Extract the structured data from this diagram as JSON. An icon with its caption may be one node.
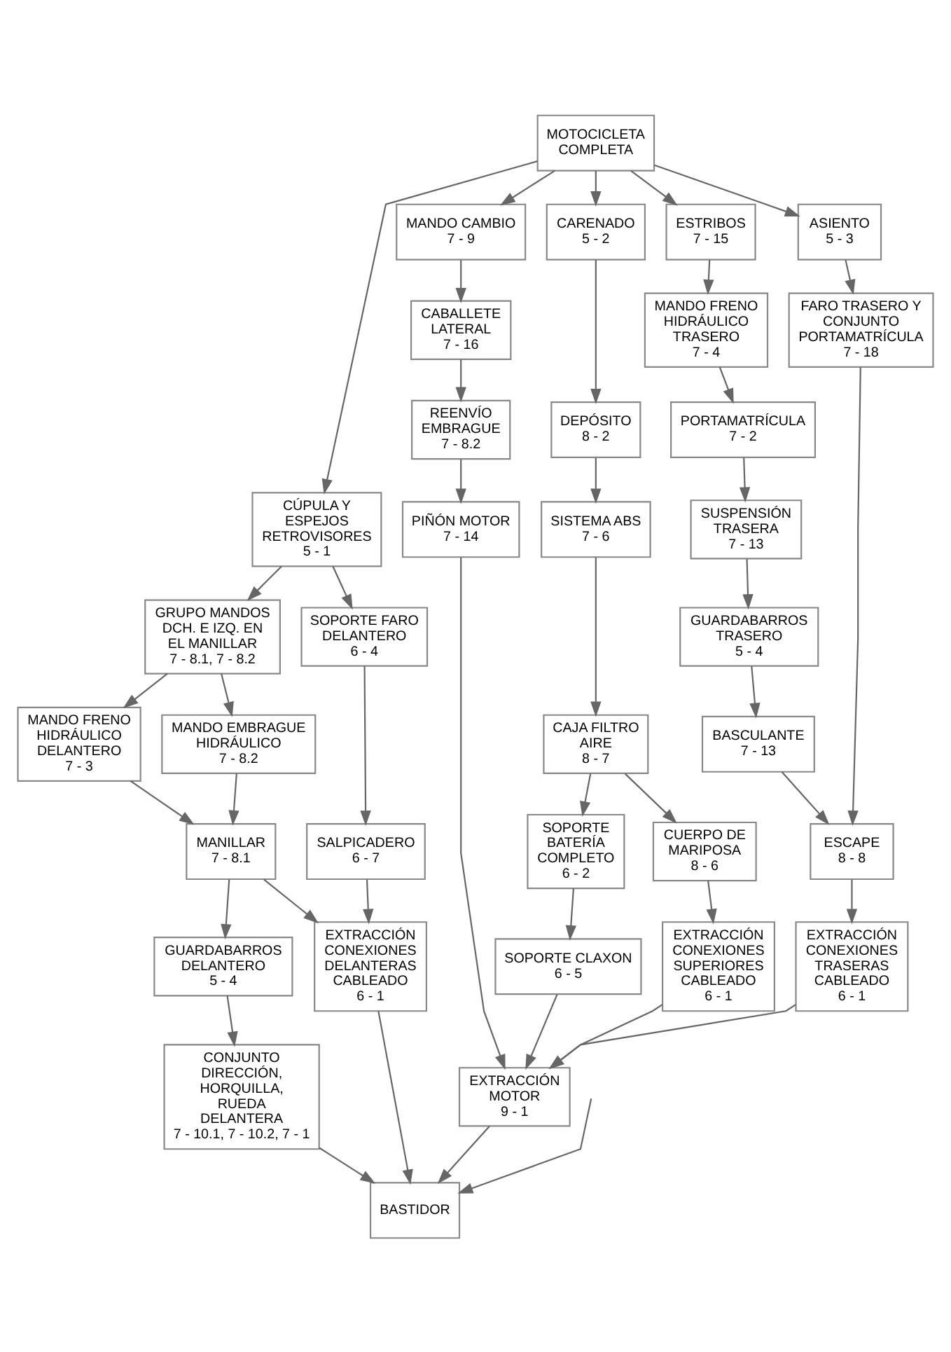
{
  "diagram": {
    "nodes": [
      {
        "text": [
          "MOTOCICLETA COMPLETA"
        ]
      },
      {
        "text": [
          "CÚPULA Y ESPEJOS RETROVISORES",
          "5 - 1"
        ]
      },
      {
        "text": [
          "MANDO CAMBIO",
          "7 - 9"
        ]
      },
      {
        "text": [
          "CARENADO",
          "5 - 2"
        ]
      },
      {
        "text": [
          "ESTRIBOS",
          "7 - 15"
        ]
      },
      {
        "text": [
          "ASIENTO",
          "5 - 3"
        ]
      },
      {
        "text": [
          "GRUPO MANDOS DCH. E IZQ. EN EL MANILLAR",
          "7 - 8.1, 7 - 8.2"
        ]
      },
      {
        "text": [
          "CABALLETE LATERAL",
          "7 - 16"
        ]
      },
      {
        "text": [
          "DEPÓSITO",
          "8 - 2"
        ]
      },
      {
        "text": [
          "MANDO FRENO HIDRÁULICO TRASERO",
          "7 - 4"
        ]
      },
      {
        "text": [
          "REENVÍO EMBRAGUE",
          "7 - 8.2"
        ]
      },
      {
        "text": [
          "SISTEMA ABS",
          "7 - 6"
        ]
      },
      {
        "text": [
          "PORTAMATRÍCULA",
          "7 - 2"
        ]
      },
      {
        "text": [
          "FARO TRASERO Y CONJUNTO PORTAMATRÍCULA",
          "7 - 18"
        ]
      },
      {
        "text": [
          "MANDO FRENO HIDRÁULICO DELANTERO",
          "7 - 3"
        ]
      },
      {
        "text": [
          "MANDO EMBRAGUE HIDRÁULICO",
          "7 - 8.2"
        ]
      },
      {
        "text": [
          "SOPORTE BATERÍA COMPLETO",
          "6 - 2"
        ]
      },
      {
        "text": [
          "CAJA FILTRO AIRE",
          "8 - 7"
        ]
      },
      {
        "text": [
          "SOPORTE FARO DELANTERO",
          "6 - 4"
        ]
      },
      {
        "text": [
          "SUSPENSIÓN TRASERA",
          "7 - 13"
        ]
      },
      {
        "text": [
          "MANILLAR",
          "7 - 8.1"
        ]
      },
      {
        "text": [
          "SOPORTE CLAXON",
          "6 - 5"
        ]
      },
      {
        "text": [
          "CUERPO DE MARIPOSA",
          "8 - 6"
        ]
      },
      {
        "text": [
          "GUARDABARROS TRASERO",
          "5 - 4"
        ]
      },
      {
        "text": [
          "SALPICADERO",
          "6 - 7"
        ]
      },
      {
        "text": [
          "GUARDABARROS DELANTERO",
          "5 - 4"
        ]
      },
      {
        "text": [
          "PIÑÓN MOTOR",
          "7 - 14"
        ]
      },
      {
        "text": [
          "BASCULANTE",
          "7 - 13"
        ]
      },
      {
        "text": [
          "CONJUNTO DIRECCIÓN, HORQUILLA, RUEDA DELANTERA",
          "7 - 10.1, 7 - 10.2, 7 - 1"
        ]
      },
      {
        "text": [
          "EXTRACCIÓN CONEXIONES SUPERIORES CABLEADO",
          "6 - 1"
        ]
      },
      {
        "text": [
          "ESCAPE",
          "8 - 8"
        ]
      },
      {
        "text": [
          "EXTRACCIÓN CONEXIONES DELANTERAS CABLEADO",
          "6 - 1"
        ]
      },
      {
        "text": [
          "EXTRACCIÓN CONEXIONES TRASERAS CABLEADO",
          "6 - 1"
        ]
      },
      {
        "text": [
          "EXTRACCIÓN MOTOR",
          "9 - 1"
        ]
      },
      {
        "text": [
          "BASTIDOR"
        ]
      }
    ],
    "edges": [
      {
        "from": 0,
        "to": 1,
        "arrow": "to"
      },
      {
        "from": 0,
        "to": 2,
        "arrow": "to"
      },
      {
        "from": 0,
        "to": 3,
        "arrow": "to"
      },
      {
        "from": 0,
        "to": 4,
        "arrow": "to"
      },
      {
        "from": 0,
        "to": 5,
        "arrow": "to"
      },
      {
        "from": 1,
        "to": 6,
        "arrow": "to"
      },
      {
        "from": 1,
        "to": 18,
        "arrow": "to"
      },
      {
        "from": 6,
        "to": 14,
        "arrow": "to"
      },
      {
        "from": 6,
        "to": 15,
        "arrow": "to"
      },
      {
        "from": 14,
        "to": 20,
        "arrow": "to"
      },
      {
        "from": 15,
        "to": 20,
        "arrow": "to"
      },
      {
        "from": 18,
        "to": 24,
        "arrow": "to"
      },
      {
        "from": 20,
        "to": 25,
        "arrow": "to"
      },
      {
        "from": 20,
        "to": 31,
        "arrow": "to"
      },
      {
        "from": 24,
        "to": 31,
        "arrow": "to"
      },
      {
        "from": 25,
        "to": 28,
        "arrow": "to"
      },
      {
        "from": 28,
        "to": 34,
        "arrow": "to"
      },
      {
        "from": 31,
        "to": 34,
        "arrow": "to"
      },
      {
        "from": 2,
        "to": 7,
        "arrow": "to"
      },
      {
        "from": 7,
        "to": 10,
        "arrow": "to"
      },
      {
        "from": 10,
        "to": 26,
        "arrow": "to"
      },
      {
        "from": 26,
        "to": 33,
        "arrow": "to"
      },
      {
        "from": 3,
        "to": 8,
        "arrow": "to"
      },
      {
        "from": 8,
        "to": 11,
        "arrow": "to"
      },
      {
        "from": 11,
        "to": 17,
        "arrow": "to"
      },
      {
        "from": 17,
        "to": 16,
        "arrow": "to"
      },
      {
        "from": 16,
        "to": 21,
        "arrow": "to"
      },
      {
        "from": 21,
        "to": 33,
        "arrow": "to"
      },
      {
        "from": 17,
        "to": 22,
        "arrow": "to"
      },
      {
        "from": 22,
        "to": 29,
        "arrow": "to"
      },
      {
        "from": 29,
        "to": 33,
        "arrow": "to"
      },
      {
        "from": 4,
        "to": 9,
        "arrow": "to"
      },
      {
        "from": 9,
        "to": 12,
        "arrow": "to"
      },
      {
        "from": 12,
        "to": 19,
        "arrow": "to"
      },
      {
        "from": 19,
        "to": 23,
        "arrow": "to"
      },
      {
        "from": 23,
        "to": 27,
        "arrow": "to"
      },
      {
        "from": 27,
        "to": 30,
        "arrow": "to"
      },
      {
        "from": 5,
        "to": 13,
        "arrow": "to"
      },
      {
        "from": 13,
        "to": 30,
        "arrow": "to"
      },
      {
        "from": 30,
        "to": 32,
        "arrow": "to"
      },
      {
        "from": 32,
        "to": 33,
        "arrow": "to"
      },
      {
        "from": 33,
        "to": 34,
        "arrow": "to"
      },
      {
        "from": null,
        "to": 34,
        "arrow": "to"
      }
    ]
  }
}
